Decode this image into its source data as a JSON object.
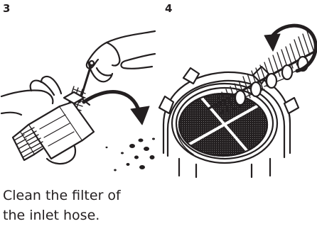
{
  "steps": [
    {
      "number": "3",
      "illustration": "hand-brush-cleaning-hose-filter"
    },
    {
      "number": "4",
      "illustration": "brush-cleaning-inlet-filter-mesh"
    }
  ],
  "caption": {
    "line1": "Clean the filter of",
    "line2": "the inlet hose."
  },
  "colors": {
    "ink": "#231f20",
    "background": "#ffffff"
  }
}
